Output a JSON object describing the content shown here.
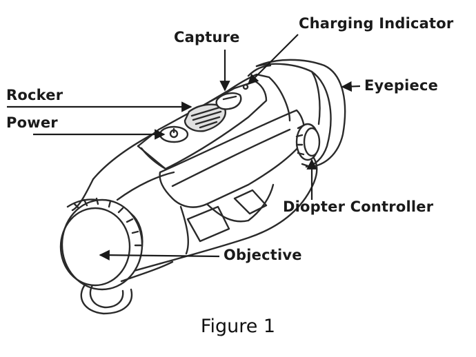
{
  "labels": {
    "capture": "Capture",
    "charging_indicator": "Charging Indicator",
    "rocker": "Rocker",
    "power": "Power",
    "eyepiece": "Eyepiece",
    "diopter_controller": "Diopter Controller",
    "objective": "Objective"
  },
  "caption": "Figure 1",
  "colors": {
    "line": "#1a1a1a",
    "body_stroke": "#2a2a2a",
    "shade": "#d9d9d9"
  }
}
